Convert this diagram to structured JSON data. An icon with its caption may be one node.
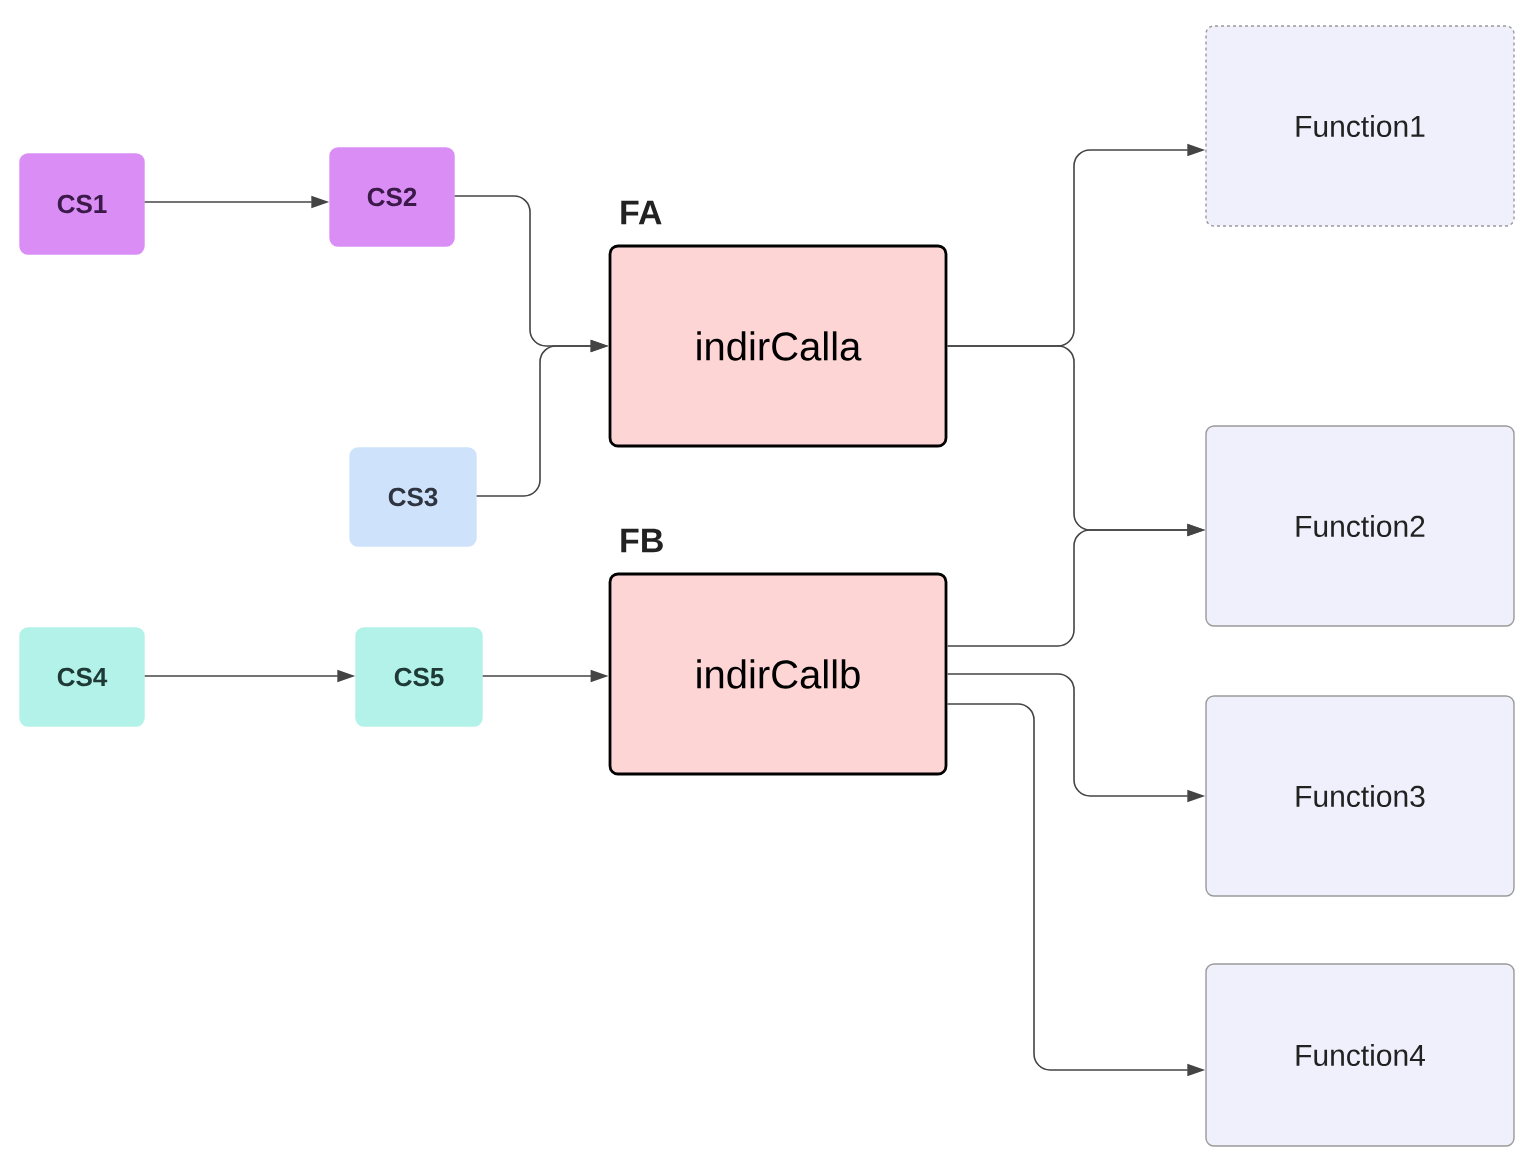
{
  "diagram": {
    "nodes": [
      {
        "text": [
          "CS1"
        ]
      },
      {
        "text": [
          "CS2"
        ]
      },
      {
        "text": [
          "CS3"
        ]
      },
      {
        "text": [
          "CS4"
        ]
      },
      {
        "text": [
          "CS5"
        ]
      },
      {
        "text": [
          "FA",
          "indirCalla"
        ]
      },
      {
        "text": [
          "FB",
          "indirCallb"
        ]
      },
      {
        "text": [
          "Function1"
        ]
      },
      {
        "text": [
          "Function2"
        ]
      },
      {
        "text": [
          "Function3"
        ]
      },
      {
        "text": [
          "Function4"
        ]
      }
    ],
    "edges": [
      {
        "from": 0,
        "to": 1,
        "arrow": "to"
      },
      {
        "from": 1,
        "to": 5,
        "arrow": "to"
      },
      {
        "from": 2,
        "to": 5,
        "arrow": "to"
      },
      {
        "from": 3,
        "to": 4,
        "arrow": "to"
      },
      {
        "from": 4,
        "to": 6,
        "arrow": "to"
      },
      {
        "from": 5,
        "to": 7,
        "arrow": "to"
      },
      {
        "from": 5,
        "to": 8,
        "arrow": "to"
      },
      {
        "from": 6,
        "to": 8,
        "arrow": "to"
      },
      {
        "from": 6,
        "to": 9,
        "arrow": "to"
      },
      {
        "from": 6,
        "to": 10,
        "arrow": "to"
      }
    ]
  }
}
